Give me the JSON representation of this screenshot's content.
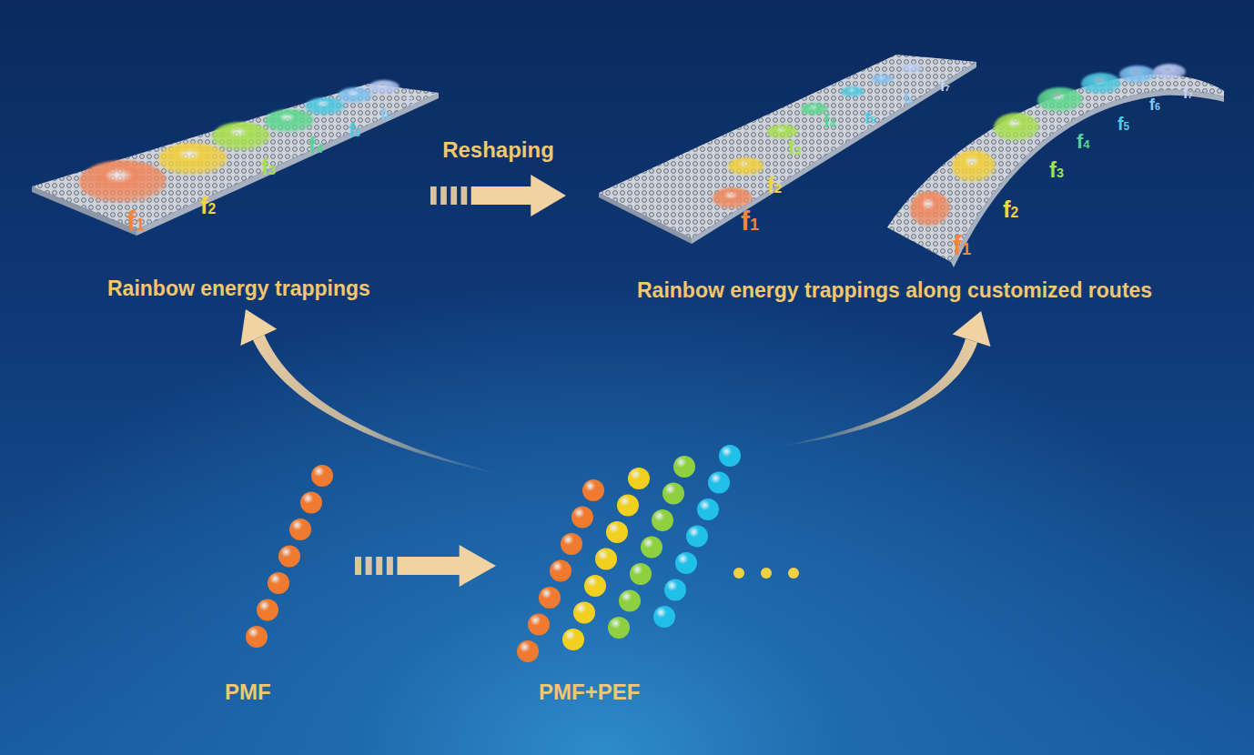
{
  "diagram": {
    "nodes": [
      {
        "text": [
          "Rainbow energy trappings"
        ]
      },
      {
        "text": [
          "Rainbow energy trappings along customized routes"
        ]
      },
      {
        "text": [
          "PMF"
        ]
      },
      {
        "text": [
          "PMF+PEF"
        ]
      }
    ],
    "edges": [
      {
        "from": 0,
        "to": 1,
        "label": "Reshaping",
        "arrow": "to"
      },
      {
        "from": 2,
        "to": 3,
        "arrow": "to"
      },
      {
        "from": 3,
        "to": 0,
        "arrow": "to"
      },
      {
        "from": 3,
        "to": 1,
        "arrow": "to"
      }
    ],
    "labels": [
      "f1",
      "f2",
      "f3",
      "f4",
      "f5",
      "f6",
      "f7",
      "f1",
      "f2",
      "f3",
      "f4",
      "f5",
      "f6",
      "f7",
      "f1",
      "f2",
      "f3",
      "f4",
      "f5",
      "f6",
      "f7"
    ]
  }
}
